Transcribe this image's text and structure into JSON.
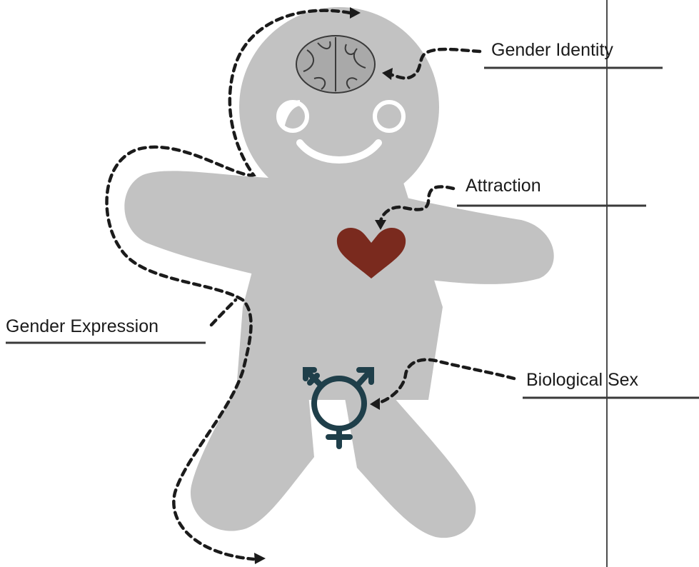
{
  "labels": {
    "gender_identity": "Gender Identity",
    "attraction": "Attraction",
    "gender_expression": "Gender Expression",
    "biological_sex": "Biological Sex"
  },
  "colors": {
    "body_fill": "#c2c2c2",
    "heart_fill": "#7a2a1e",
    "symbol_stroke": "#1f3f4a",
    "brain_fill": "#a9a9a9",
    "text": "#1b1b1b"
  },
  "icons": {
    "head_icon": "brain-icon",
    "chest_icon": "heart-icon",
    "pelvis_icon": "transgender-symbol-icon"
  }
}
